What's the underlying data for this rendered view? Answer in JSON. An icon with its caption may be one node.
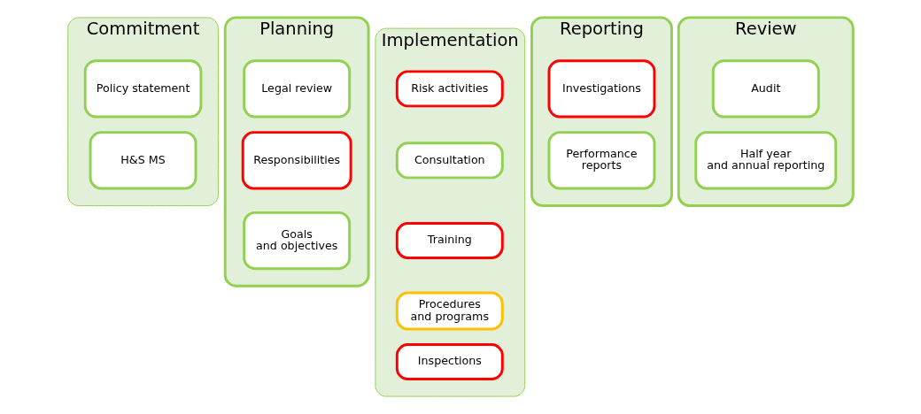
{
  "diagram": {
    "nodes": [
      {
        "text": [
          "Commitment"
        ]
      },
      {
        "text": [
          "Policy statement"
        ],
        "in": 0
      },
      {
        "text": [
          "H&S MS"
        ],
        "in": 0
      },
      {
        "text": [
          "Planning"
        ]
      },
      {
        "text": [
          "Legal review"
        ],
        "in": 3
      },
      {
        "text": [
          "Responsibilities"
        ],
        "in": 3
      },
      {
        "text": [
          "Goals and objectives"
        ],
        "in": 3
      },
      {
        "text": [
          "Implementation"
        ]
      },
      {
        "text": [
          "Risk activities"
        ],
        "in": 7
      },
      {
        "text": [
          "Consultation"
        ],
        "in": 7
      },
      {
        "text": [
          "Training"
        ],
        "in": 7
      },
      {
        "text": [
          "Procedures and programs"
        ],
        "in": 7
      },
      {
        "text": [
          "Inspections"
        ],
        "in": 7
      },
      {
        "text": [
          "Reporting"
        ]
      },
      {
        "text": [
          "Investigations"
        ],
        "in": 13
      },
      {
        "text": [
          "Performance reports"
        ],
        "in": 13
      },
      {
        "text": [
          "Review"
        ]
      },
      {
        "text": [
          "Audit"
        ],
        "in": 16
      },
      {
        "text": [
          "Half year and annual reporting"
        ],
        "in": 16
      }
    ],
    "edges": []
  }
}
